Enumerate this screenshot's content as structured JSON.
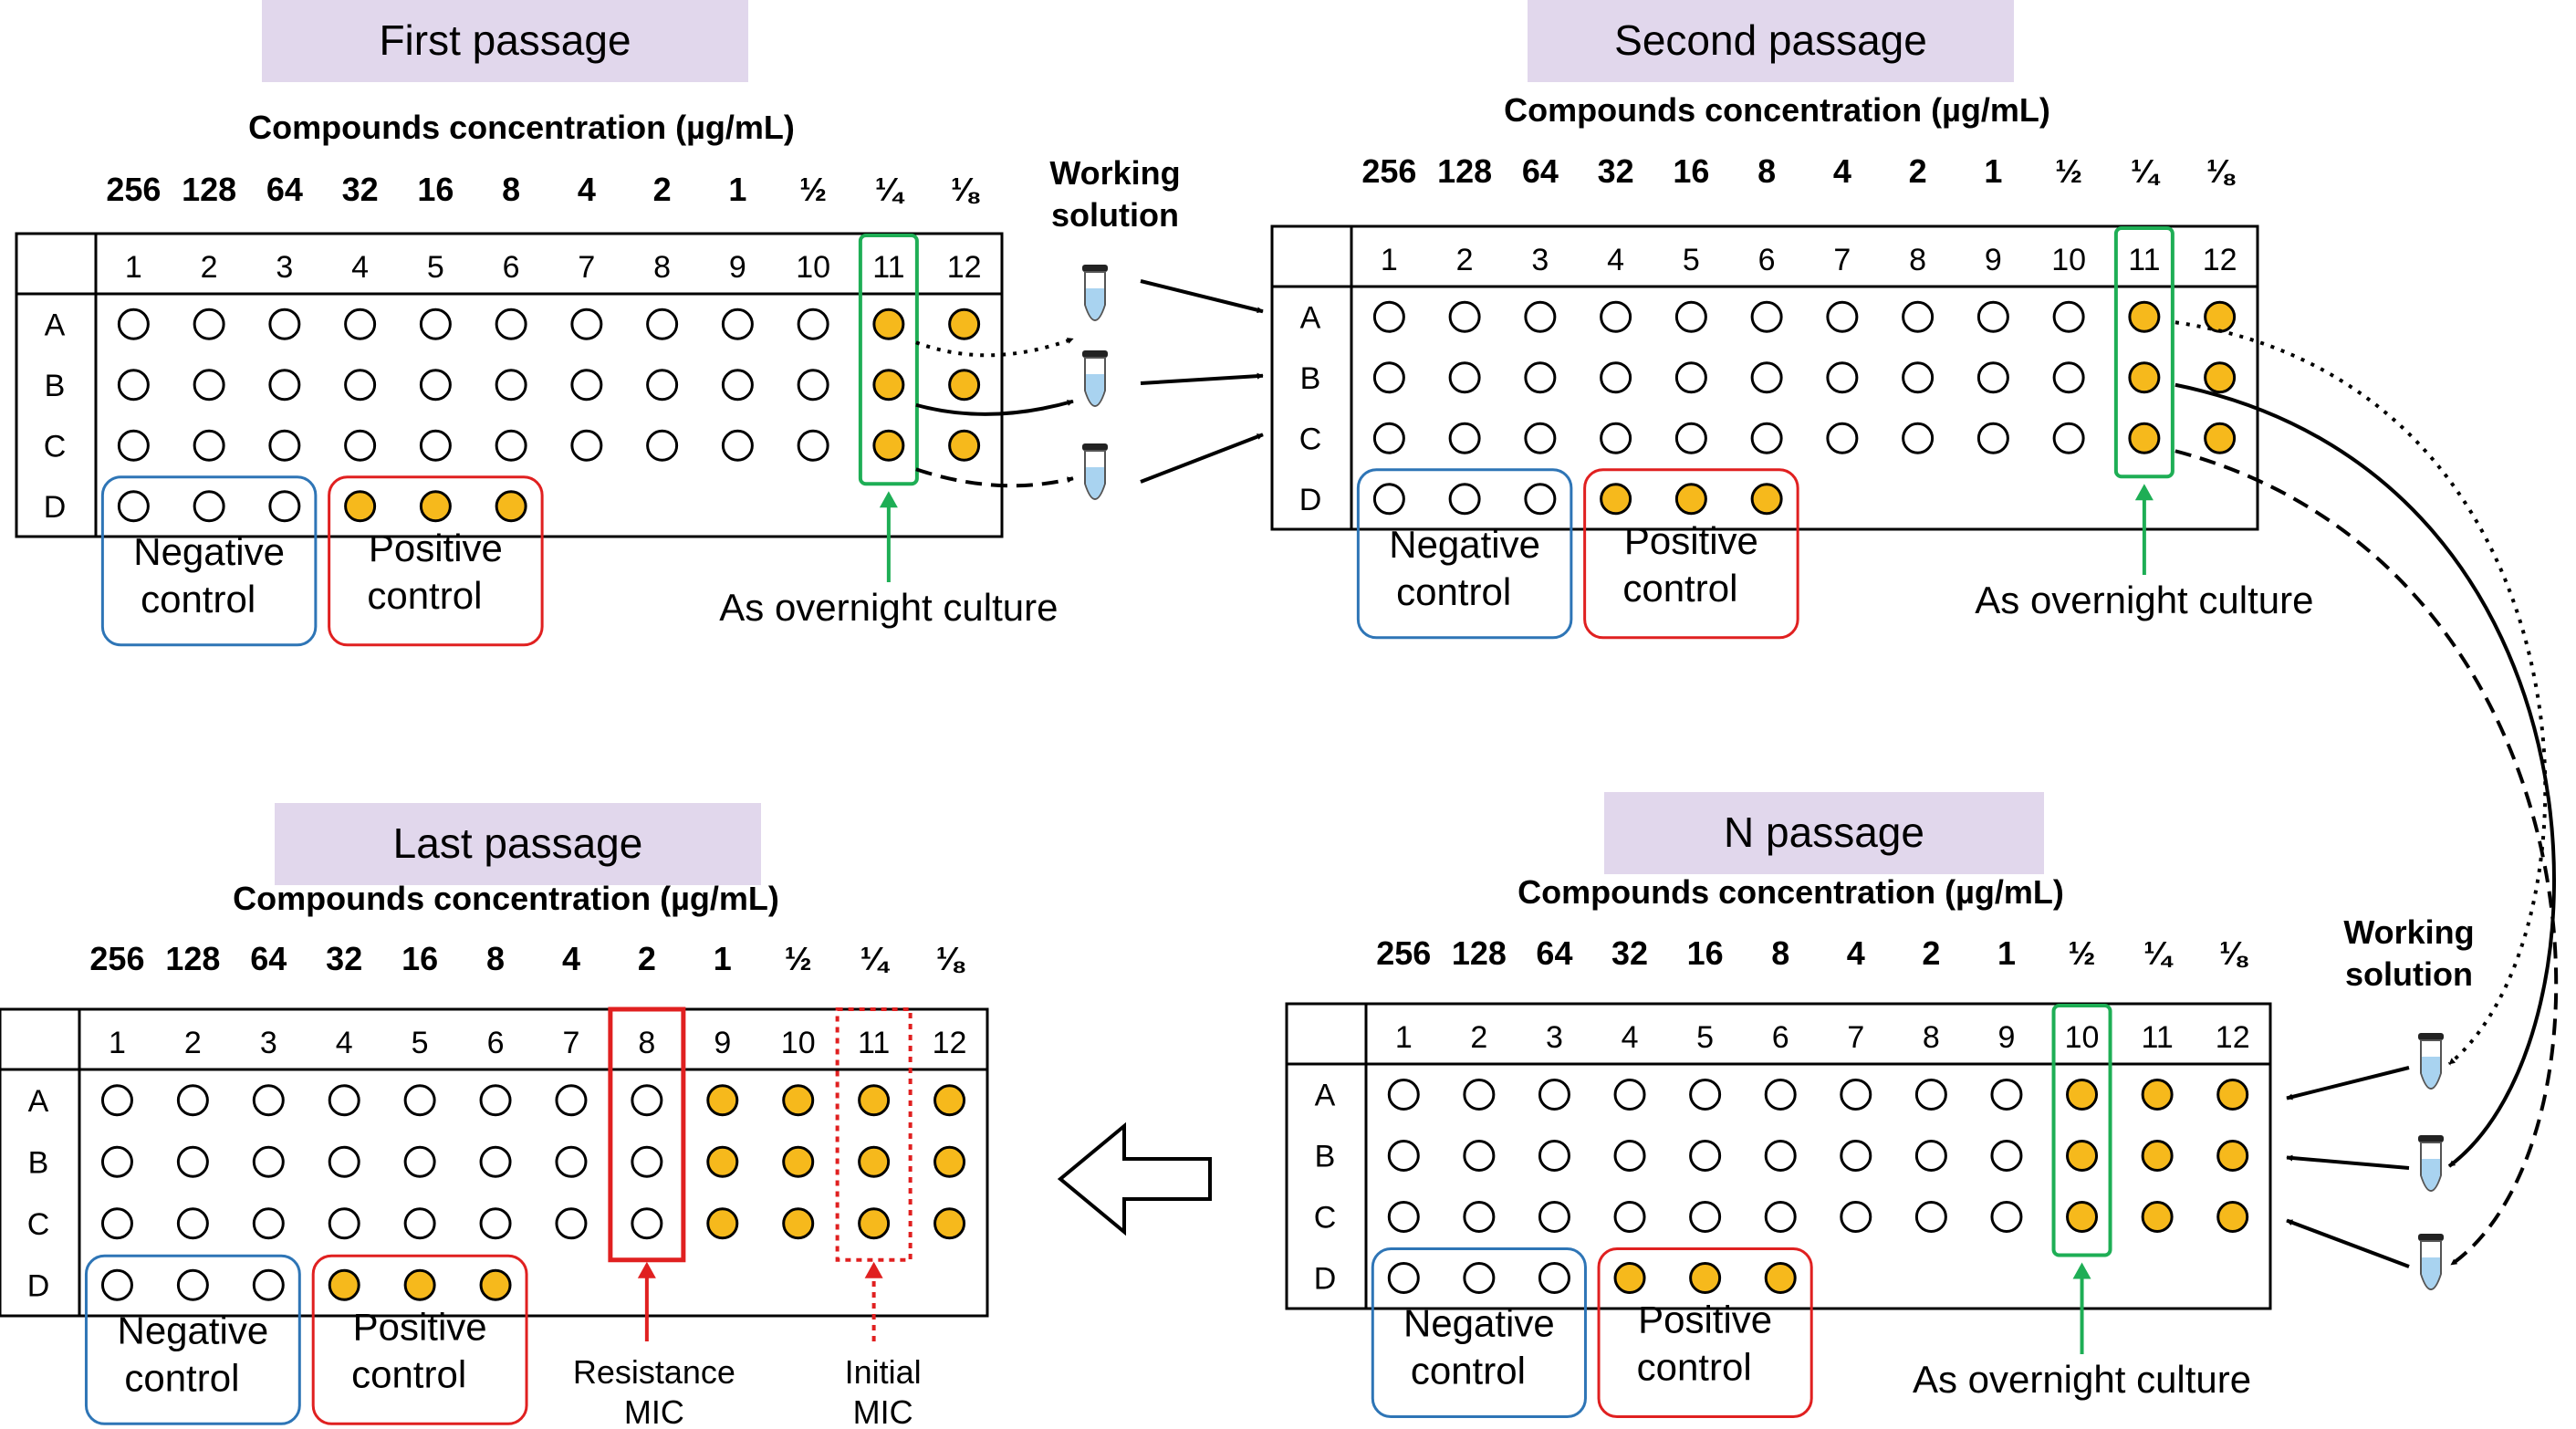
{
  "colors": {
    "title_bg": "#e1d7ec",
    "filled_well": "#f6b91c",
    "negative_box": "#2e75b6",
    "positive_box": "#e02020",
    "overnight": "#1eae55",
    "resistance": "#e02020",
    "tube_liquid": "#a9d3f0"
  },
  "column_numbers": [
    "1",
    "2",
    "3",
    "4",
    "5",
    "6",
    "7",
    "8",
    "9",
    "10",
    "11",
    "12"
  ],
  "row_labels": [
    "A",
    "B",
    "C",
    "D"
  ],
  "concentrations": [
    "256",
    "128",
    "64",
    "32",
    "16",
    "8",
    "4",
    "2",
    "1",
    "½",
    "¼",
    "⅛"
  ],
  "panels": [
    {
      "id": "first",
      "title": "First  passage",
      "subtitle": "Compounds  concentration (µg/mL)",
      "filled_from_column": 11,
      "highlight_column": 11,
      "overnight_label": "As overnight culture"
    },
    {
      "id": "second",
      "title": "Second  passage",
      "subtitle": "Compounds  concentration (µg/mL)",
      "filled_from_column": 11,
      "highlight_column": 11,
      "overnight_label": "As overnight culture"
    },
    {
      "id": "last",
      "title": "Last  passage",
      "subtitle": "Compounds  concentration (µg/mL)",
      "filled_from_column": 9,
      "resistance_column": 8,
      "initial_column": 11,
      "resistance_label": [
        "Resistance",
        "MIC"
      ],
      "initial_label": [
        "Initial",
        "MIC"
      ]
    },
    {
      "id": "n",
      "title": "N  passage",
      "subtitle": "Compounds  concentration (µg/mL)",
      "filled_from_column": 10,
      "highlight_column": 10,
      "overnight_label": "As overnight culture"
    }
  ],
  "controls": {
    "negative": [
      "Negative",
      "control"
    ],
    "positive": [
      "Positive",
      "control"
    ]
  },
  "working_solution": [
    "Working",
    "solution"
  ]
}
